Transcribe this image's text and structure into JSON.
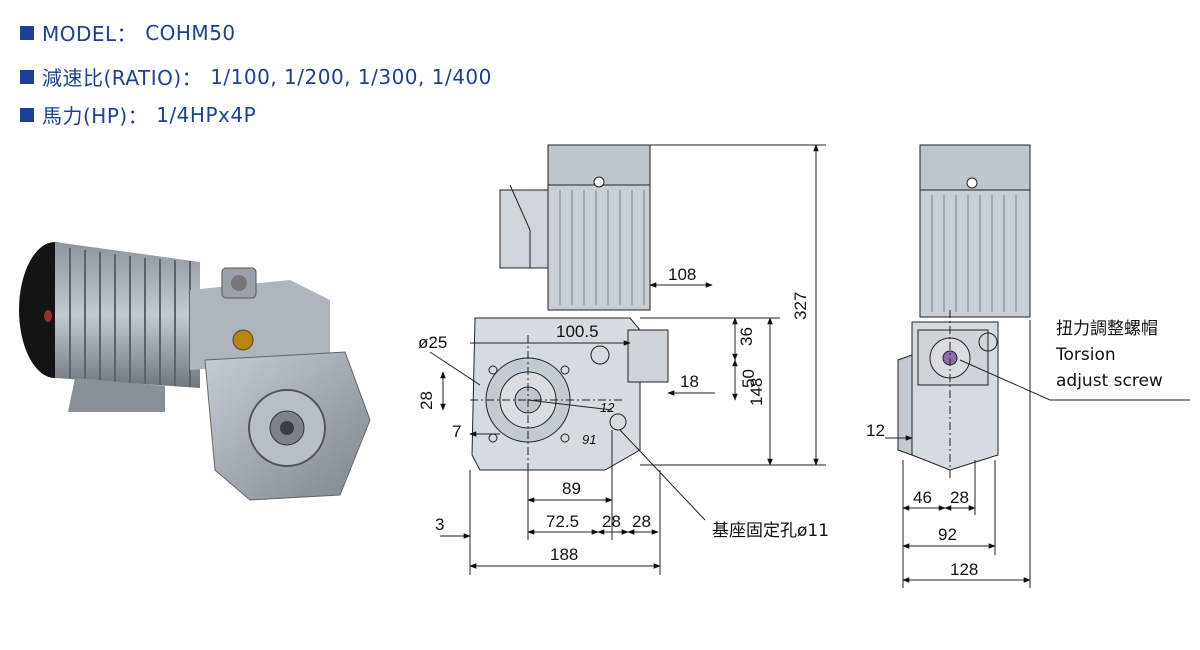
{
  "specs": {
    "model_label": "MODEL：",
    "model_value": "COHM50",
    "ratio_label": "減速比(RATIO)：",
    "ratio_value": "1/100, 1/200, 1/300, 1/400",
    "hp_label": "馬力(HP)：",
    "hp_value": "1/4HPx4P"
  },
  "colors": {
    "accent": "#1d3f9a",
    "motor_body": "#c9cfd6",
    "gear_body": "#d6dbe1",
    "line": "#222222"
  },
  "side_view": {
    "dims": {
      "d108": "108",
      "d100_5": "100.5",
      "d36": "36",
      "d50": "50",
      "d18": "18",
      "d148": "148",
      "d327": "327",
      "phi25": "ø25",
      "d28_left": "28",
      "d7": "7",
      "d12_small": "12",
      "d91": "91",
      "d89": "89",
      "d72_5": "72.5",
      "d28_a": "28",
      "d28_b": "28",
      "d3": "3",
      "d188": "188"
    },
    "base_hole_note": "基座固定孔ø11"
  },
  "front_view": {
    "dims": {
      "d12": "12",
      "d46": "46",
      "d28": "28",
      "d92": "92",
      "d128": "128"
    },
    "torsion_zh": "扭力調整螺帽",
    "torsion_en_1": "Torsion",
    "torsion_en_2": "adjust screw"
  }
}
